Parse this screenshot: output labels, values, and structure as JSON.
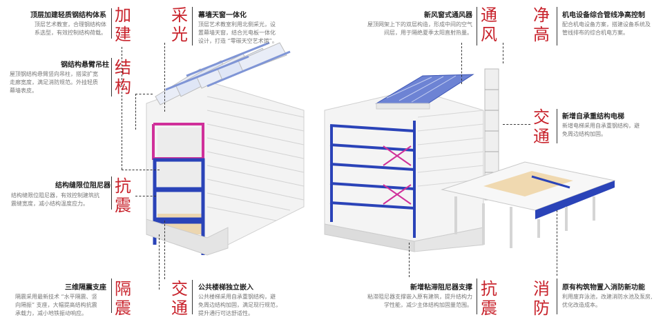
{
  "annotations": {
    "a1": {
      "cat": [
        "加",
        "建"
      ],
      "title": "顶层加建轻质钢结构体系",
      "desc": [
        "顶层艺术教室，合理钢结构体",
        "系选型，有效控制结构荷载。"
      ]
    },
    "a2": {
      "cat": [
        "结",
        "构"
      ],
      "title": "钢结构悬臂吊柱",
      "desc": [
        "屋顶钢结构悬臂竖向吊柱，搭梁扩宽",
        "走廊宽度，满足消防规范。外挂轻质",
        "幕墙表皮。"
      ]
    },
    "a3": {
      "cat": [
        "抗",
        "震"
      ],
      "title": "结构缝限位阻尼器",
      "desc": [
        "结构缝限位阻尼器，有效控制建筑抗",
        "震缝宽度，减小结构温度应力。"
      ]
    },
    "a4": {
      "cat": [
        "隔",
        "震"
      ],
      "title": "三维隔震支座",
      "desc": [
        "隔震采用最新技术 “水平隔震、竖",
        "向隔振” 支座，大幅提高结构抗震",
        "承载力，减小地铁振动响应。"
      ]
    },
    "a5": {
      "cat": [
        "采",
        "光"
      ],
      "title": "幕墙天窗一体化",
      "desc": [
        "顶层艺术教室利用北侧采光，设",
        "置幕墙天窗，结合光电板一体化",
        "设计，打造 “零碳天空艺术馆”。"
      ]
    },
    "a6": {
      "cat": [
        "交",
        "通"
      ],
      "title": "公共楼梯独立嵌入",
      "desc": [
        "公共楼梯采用自承重钢结构，避",
        "免周边结构加固，满足现行规范，",
        "提升通行可达舒适性。"
      ]
    },
    "a7": {
      "cat": [
        "通",
        "风"
      ],
      "title": "新风窗式通风器",
      "desc": [
        "屋顶网架上下的双层构造，形成中间的空气",
        "间层，用于隔绝夏季太阳直射热量。"
      ]
    },
    "a8": {
      "cat": [
        "净",
        "高"
      ],
      "title": "机电设备综合管线净高控制",
      "desc": [
        "配合机电设备方案，搭建设备系统及",
        "管线排布的综合机电方案。"
      ]
    },
    "a9": {
      "cat": [
        "交",
        "通"
      ],
      "title": "新增自承重结构电梯",
      "desc": [
        "新增电梯采用自承重钢结构，避",
        "免周边结构加固。"
      ]
    },
    "a10": {
      "cat": [
        "抗",
        "震"
      ],
      "title": "新增粘滞阻尼器支撑",
      "desc": [
        "粘滞阻尼器支撑嵌入原有建筑，提升结构力",
        "学性能，减少主体结构加固量范围。"
      ]
    },
    "a11": {
      "cat": [
        "消",
        "防"
      ],
      "title": "原有构筑物置入消防新功能",
      "desc": [
        "利用废弃泳池，改建消防水池及泵房,",
        "优化改造成本。"
      ]
    }
  },
  "colors": {
    "accent_red": "#c8232c",
    "steel_blue": "#2a43b8",
    "magenta": "#d0309a",
    "wood": "#ecd6b0"
  }
}
